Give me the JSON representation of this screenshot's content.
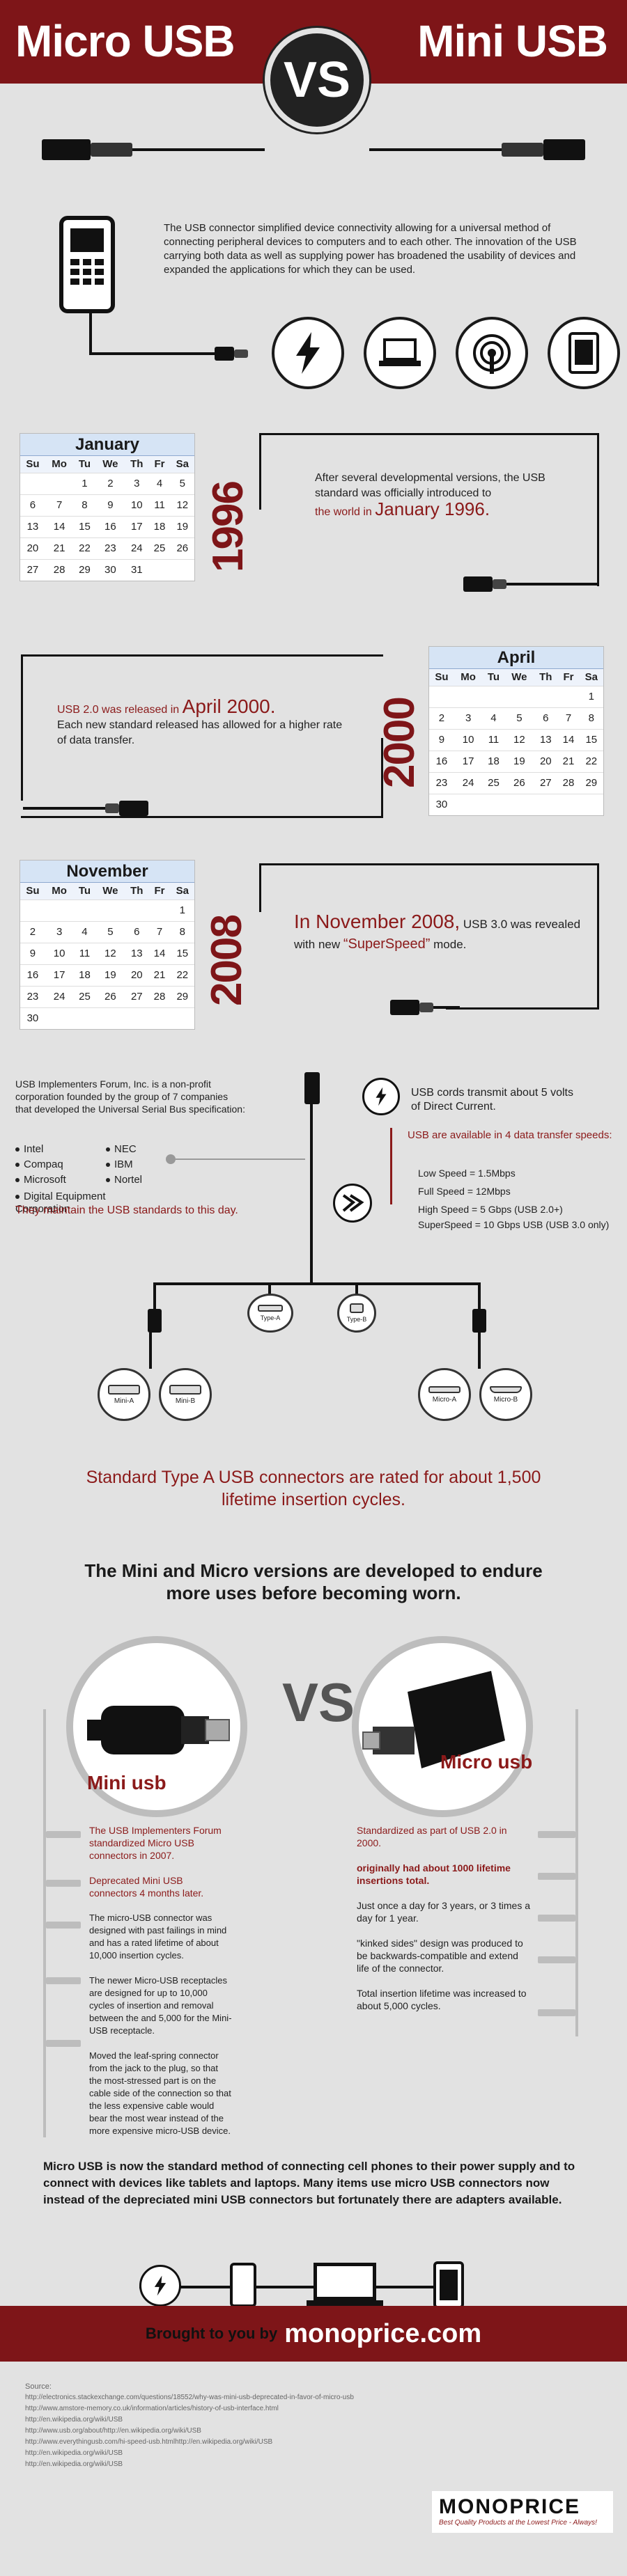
{
  "header": {
    "left_title": "Micro USB",
    "right_title": "Mini USB",
    "vs": "VS"
  },
  "intro": {
    "text": "The USB connector simplified device connectivity allowing for a universal method of connecting peripheral devices to computers and to each other. The innovation of the USB carrying both data as well as supplying power has broadened the usability of devices and expanded the applications for which they can be used.",
    "icons": [
      "lightning-icon",
      "laptop-icon",
      "wireless-icon",
      "tablet-icon"
    ]
  },
  "timeline": {
    "y1996": {
      "year": "1996",
      "month": "January",
      "days_header": [
        "Su",
        "Mo",
        "Tu",
        "We",
        "Th",
        "Fr",
        "Sa"
      ],
      "rows": [
        [
          "",
          "",
          "1",
          "2",
          "3",
          "4",
          "5"
        ],
        [
          "6",
          "7",
          "8",
          "9",
          "10",
          "11",
          "12"
        ],
        [
          "13",
          "14",
          "15",
          "16",
          "17",
          "18",
          "19"
        ],
        [
          "20",
          "21",
          "22",
          "23",
          "24",
          "25",
          "26"
        ],
        [
          "27",
          "28",
          "29",
          "30",
          "31",
          "",
          ""
        ]
      ],
      "text_before": "After several developmental versions, the USB standard was officially introduced to",
      "text_prefix": "the world in",
      "text_highlight": "January 1996."
    },
    "y2000": {
      "year": "2000",
      "month": "April",
      "days_header": [
        "Su",
        "Mo",
        "Tu",
        "We",
        "Th",
        "Fr",
        "Sa"
      ],
      "rows": [
        [
          "",
          "",
          "",
          "",
          "",
          "",
          "1"
        ],
        [
          "2",
          "3",
          "4",
          "5",
          "6",
          "7",
          "8"
        ],
        [
          "9",
          "10",
          "11",
          "12",
          "13",
          "14",
          "15"
        ],
        [
          "16",
          "17",
          "18",
          "19",
          "20",
          "21",
          "22"
        ],
        [
          "23",
          "24",
          "25",
          "26",
          "27",
          "28",
          "29"
        ],
        [
          "30",
          "",
          "",
          "",
          "",
          "",
          ""
        ]
      ],
      "text_prefix": "USB 2.0 was released in",
      "text_highlight": "April 2000.",
      "text_after": "Each new standard released has allowed for a higher rate of data transfer."
    },
    "y2008": {
      "year": "2008",
      "month": "November",
      "days_header": [
        "Su",
        "Mo",
        "Tu",
        "We",
        "Th",
        "Fr",
        "Sa"
      ],
      "rows": [
        [
          "",
          "",
          "",
          "",
          "",
          "",
          "1"
        ],
        [
          "2",
          "3",
          "4",
          "5",
          "6",
          "7",
          "8"
        ],
        [
          "9",
          "10",
          "11",
          "12",
          "13",
          "14",
          "15"
        ],
        [
          "16",
          "17",
          "18",
          "19",
          "20",
          "21",
          "22"
        ],
        [
          "23",
          "24",
          "25",
          "26",
          "27",
          "28",
          "29"
        ],
        [
          "30",
          "",
          "",
          "",
          "",
          "",
          ""
        ]
      ],
      "text_highlight": "In November 2008,",
      "text_mid": "USB 3.0 was revealed with new",
      "text_quote": "“SuperSpeed”",
      "text_end": "mode."
    }
  },
  "forum": {
    "text": "USB Implementers Forum, Inc. is a non-profit corporation founded by the group of 7 companies that developed the Universal Serial Bus specification:",
    "companies_left": [
      "Intel",
      "Compaq",
      "Microsoft",
      "Digital Equipment Corporation"
    ],
    "companies_right": [
      "NEC",
      "IBM",
      "Nortel"
    ],
    "maintain": "They maintain the USB standards to this day."
  },
  "power": {
    "text": "USB cords transmit about 5 volts of Direct Current."
  },
  "speeds": {
    "title": "USB are available in 4 data transfer speeds:",
    "items": [
      "Low Speed = 1.5Mbps",
      "Full Speed = 12Mbps",
      "High Speed = 5 Gbps  (USB 2.0+)",
      "SuperSpeed = 10 Gbps USB (USB 3.0 only)"
    ]
  },
  "connectors": {
    "type_a": "Type-A",
    "type_b": "Type-B",
    "mini_a": "Mini-A",
    "mini_b": "Mini-B",
    "micro_a": "Micro-A",
    "micro_b": "Micro-B"
  },
  "rated": "Standard Type A USB connectors are rated for about 1,500 lifetime insertion cycles.",
  "endure": "The Mini and Micro versions are developed to endure more uses before becoming worn.",
  "compare": {
    "vs": "VS",
    "mini_label": "Mini usb",
    "micro_label": "Micro usb",
    "mini_points": [
      "The USB Implementers Forum standardized Micro USB connectors in 2007.",
      "Deprecated Mini USB connectors 4 months later.",
      "The micro-USB connector was designed with  past failings in mind and has a rated lifetime of about 10,000 insertion cycles.",
      "The newer Micro-USB receptacles are designed for up to 10,000 cycles of insertion and removal between the and 5,000 for the Mini-USB receptacle.",
      "Moved the leaf-spring connector from the jack to the plug, so that the most-stressed part is on the cable side of the connection so that the less expensive cable would bear the most wear instead of the more expensive micro-USB device."
    ],
    "micro_points": [
      "Standardized as part of USB 2.0 in 2000.",
      "originally had about 1000 lifetime insertions total.",
      "Just once a day for 3 years, or 3 times a day for 1 year.",
      "\"kinked sides\" design was produced to be backwards-compatible and extend life of the connector.",
      "Total insertion lifetime was increased to about 5,000 cycles."
    ]
  },
  "summary": "Micro USB is now the standard method of connecting cell phones to their power supply and to connect with devices like tablets and laptops.  Many items use micro USB connectors now instead of the depreciated mini USB connectors but fortunately there are adapters available.",
  "footer": {
    "brought": "Brought to you by",
    "brand_site": "monoprice.com",
    "source_label": "Source:",
    "sources": [
      "http://electronics.stackexchange.com/questions/18552/why-was-mini-usb-deprecated-in-favor-of-micro-usb",
      "http://www.amstore-memory.co.uk/information/articles/history-of-usb-interface.html",
      "http://en.wikipedia.org/wiki/USB",
      "http://www.usb.org/about/http://en.wikipedia.org/wiki/USB",
      "http://www.everythingusb.com/hi-speed-usb.htmlhttp://en.wikipedia.org/wiki/USB",
      "http://en.wikipedia.org/wiki/USB",
      "http://en.wikipedia.org/wiki/USB"
    ],
    "logo": "MONOPRICE",
    "tagline": "Best Quality Products at the Lowest Price - Always!"
  },
  "colors": {
    "accent": "#7e1518",
    "background": "#e2e2e2",
    "text": "#222222"
  }
}
